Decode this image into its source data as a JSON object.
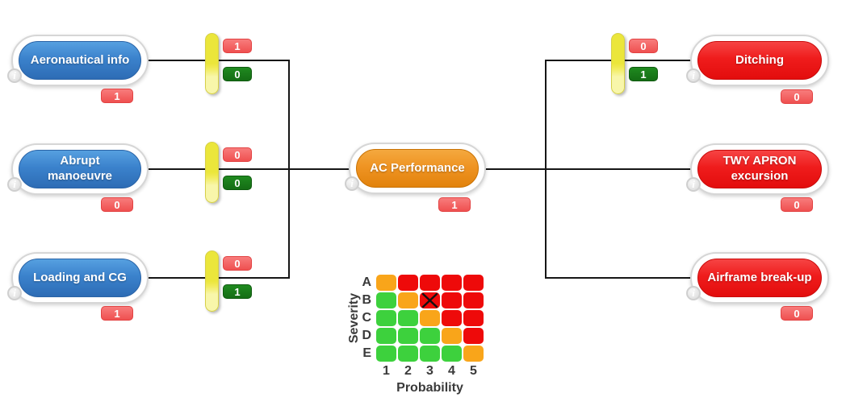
{
  "icons": {
    "info": "i"
  },
  "colors": {
    "threat_node_blue": "#3b82cc",
    "hazard_node_orange": "#ef9423",
    "consequence_node_red": "#ee1515",
    "badge_red": "#f25c5c",
    "badge_green": "#1a7d1a",
    "barrier_yellow": "#ebe63b",
    "matrix_red": "#ee0a0a",
    "matrix_orange": "#f9a51a",
    "matrix_green": "#3dd13d"
  },
  "bowtie": {
    "hazard": {
      "label": "AC Performance",
      "count": "1"
    },
    "threats": [
      {
        "label": "Aeronautical info",
        "count": "1",
        "barrier": {
          "above": "1",
          "below": "0"
        }
      },
      {
        "label": "Abrupt manoeuvre",
        "count": "0",
        "barrier": {
          "above": "0",
          "below": "0"
        }
      },
      {
        "label": "Loading and CG",
        "count": "1",
        "barrier": {
          "above": "0",
          "below": "1"
        }
      }
    ],
    "consequences": [
      {
        "label": "Ditching",
        "count": "0",
        "barrier": {
          "above": "0",
          "below": "1"
        }
      },
      {
        "label": "TWY APRON excursion",
        "count": "0"
      },
      {
        "label": "Airframe break-up",
        "count": "0"
      }
    ]
  },
  "risk_matrix": {
    "ylabel": "Severity",
    "xlabel": "Probability",
    "row_labels": [
      "A",
      "B",
      "C",
      "D",
      "E"
    ],
    "col_labels": [
      "1",
      "2",
      "3",
      "4",
      "5"
    ],
    "cells": [
      [
        "orange",
        "red",
        "red",
        "red",
        "red"
      ],
      [
        "green",
        "orange",
        "red",
        "red",
        "red"
      ],
      [
        "green",
        "green",
        "orange",
        "red",
        "red"
      ],
      [
        "green",
        "green",
        "green",
        "orange",
        "red"
      ],
      [
        "green",
        "green",
        "green",
        "green",
        "orange"
      ]
    ],
    "marker": {
      "row": "B",
      "col": "3"
    }
  }
}
